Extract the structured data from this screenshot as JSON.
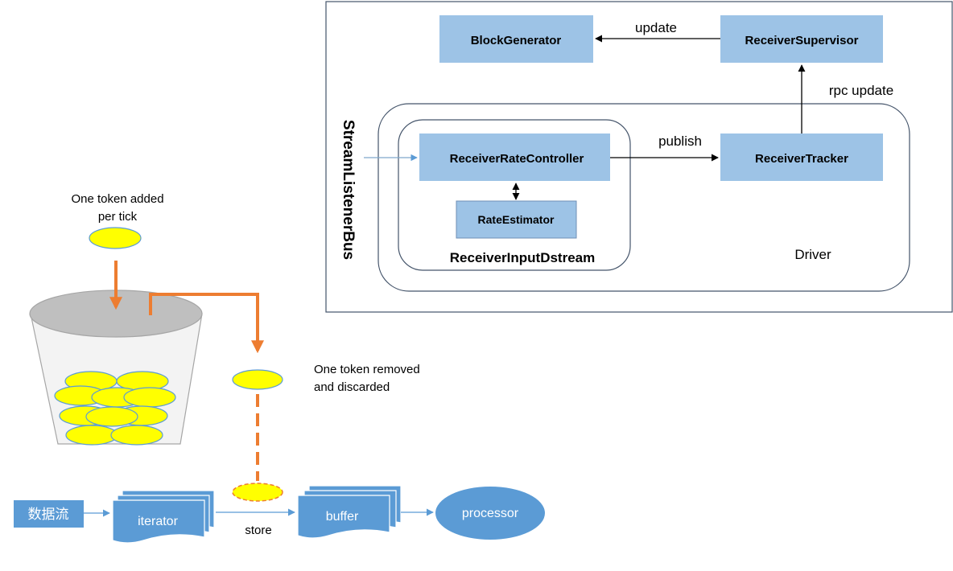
{
  "colors": {
    "box_fill": "#9dc3e6",
    "box_stroke": "#7fa7cc",
    "panel_border": "#44546a",
    "arrow_orange": "#ed7d31",
    "token_yellow": "#ffff00",
    "token_stroke": "#5b9bd5",
    "flow_blue": "#5b9bd5",
    "bucket_top": "#bfbfbf"
  },
  "panel": {
    "bus_label": "StreamListenerBus",
    "block_generator": "BlockGenerator",
    "receiver_supervisor": "ReceiverSupervisor",
    "receiver_rate_controller": "ReceiverRateController",
    "rate_estimator": "RateEstimator",
    "receiver_input_dstream": "ReceiverInputDstream",
    "receiver_tracker": "ReceiverTracker",
    "driver": "Driver",
    "edge_update": "update",
    "edge_rpc_update": "rpc update",
    "edge_publish": "publish"
  },
  "bucket": {
    "added_label_line1": "One token added",
    "added_label_line2": "per tick",
    "removed_label_line1": "One token removed",
    "removed_label_line2": "and discarded"
  },
  "flow": {
    "data_stream": "数据流",
    "iterator": "iterator",
    "store": "store",
    "buffer": "buffer",
    "processor": "processor"
  }
}
